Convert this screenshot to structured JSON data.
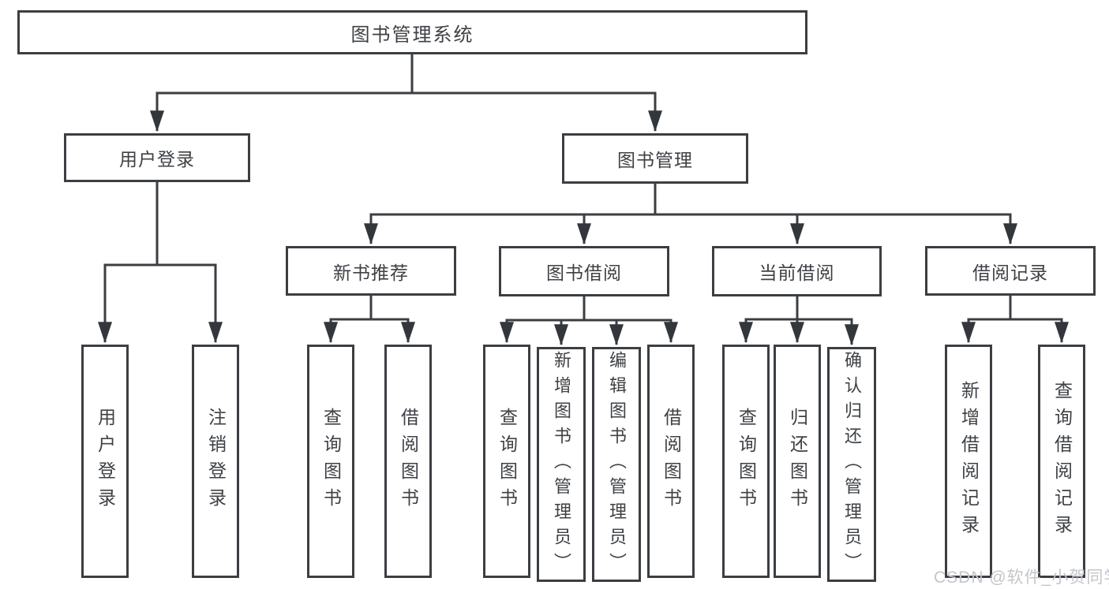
{
  "diagram": {
    "root": {
      "label": "图书管理系统"
    },
    "branches": [
      {
        "label": "用户登录",
        "leaves": [
          {
            "label": "用户登录"
          },
          {
            "label": "注销登录"
          }
        ]
      },
      {
        "label": "图书管理"
      }
    ],
    "sections": [
      {
        "label": "新书推荐",
        "leaves": [
          {
            "label": "查询图书"
          },
          {
            "label": "借阅图书"
          }
        ]
      },
      {
        "label": "图书借阅",
        "leaves": [
          {
            "label": "查询图书"
          },
          {
            "label": "新增图书（管理员）"
          },
          {
            "label": "编辑图书（管理员）"
          },
          {
            "label": "借阅图书"
          }
        ]
      },
      {
        "label": "当前借阅",
        "leaves": [
          {
            "label": "查询图书"
          },
          {
            "label": "归还图书"
          },
          {
            "label": "确认归还（管理员）"
          }
        ]
      },
      {
        "label": "借阅记录",
        "leaves": [
          {
            "label": "新增借阅记录"
          },
          {
            "label": "查询借阅记录"
          }
        ]
      }
    ],
    "colors": {
      "line": "#3b3e42",
      "box_border": "#3b3e42",
      "text": "#3e4145",
      "background": "#ffffff",
      "watermark": "#c3c6ca"
    }
  },
  "watermark": {
    "text": "CSDN @软件_小贺同学"
  }
}
